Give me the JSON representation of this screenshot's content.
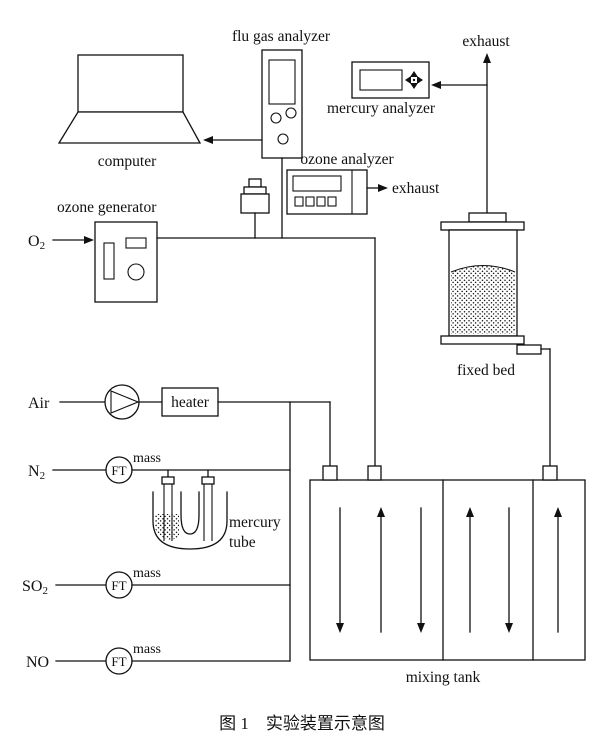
{
  "caption": "图 1　实验装置示意图",
  "labels": {
    "flu_gas_analyzer": "flu gas analyzer",
    "exhaust_top": "exhaust",
    "mercury_analyzer": "mercury analyzer",
    "computer": "computer",
    "ozone_analyzer": "ozone analyzer",
    "exhaust_mid": "exhaust",
    "ozone_generator": "ozone generator",
    "o2_base": "O",
    "o2_sub": "2",
    "n2_base": "N",
    "n2_sub": "2",
    "so2_base": "SO",
    "so2_sub": "2",
    "no": "NO",
    "air": "Air",
    "heater": "heater",
    "ft": "FT",
    "mass": "mass",
    "mercury_tube_line1": "mercury",
    "mercury_tube_line2": "tube",
    "fixed_bed": "fixed bed",
    "mixing_tank": "mixing tank"
  }
}
